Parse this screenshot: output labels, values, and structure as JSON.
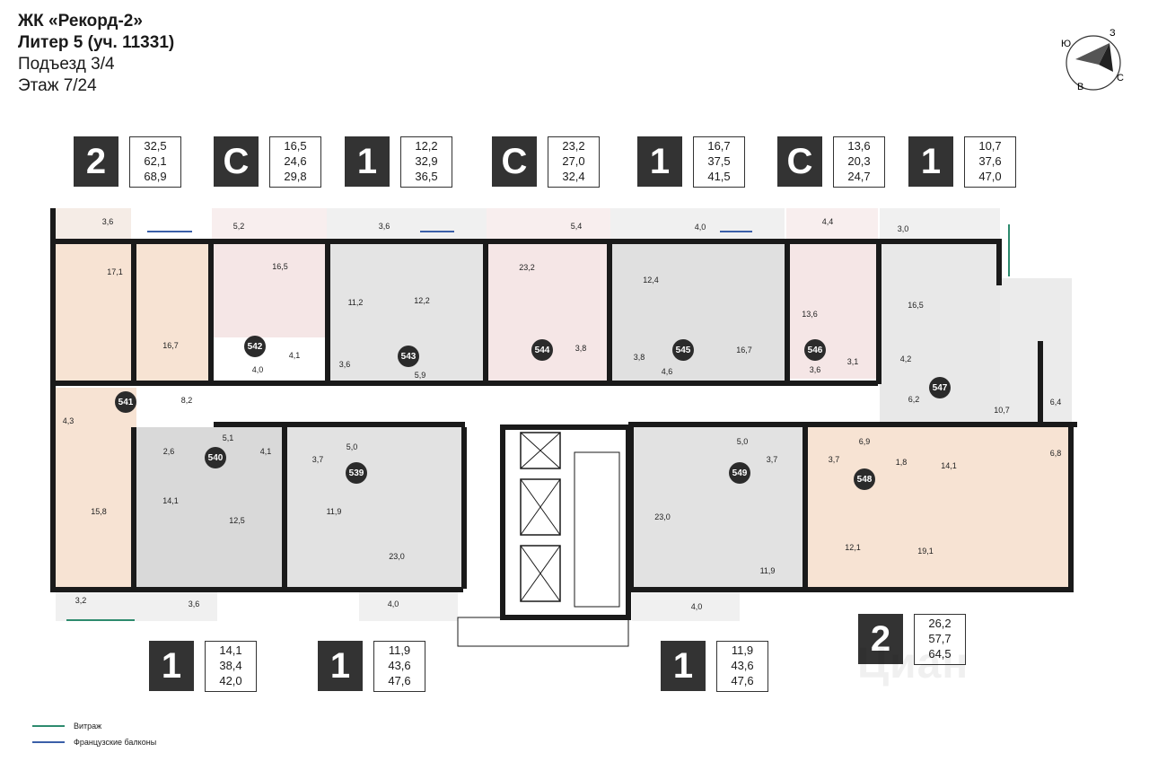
{
  "header": {
    "line1": "ЖК «Рекорд-2»",
    "line2": "Литер 5 (уч. 11331)",
    "line3": "Подъезд 3/4",
    "line4": "Этаж 7/24"
  },
  "compass": {
    "north": "З",
    "south": "В",
    "west": "Ю",
    "east": "С"
  },
  "top_tags": [
    {
      "rooms": "2",
      "a1": "32,5",
      "a2": "62,1",
      "a3": "68,9"
    },
    {
      "rooms": "С",
      "a1": "16,5",
      "a2": "24,6",
      "a3": "29,8"
    },
    {
      "rooms": "1",
      "a1": "12,2",
      "a2": "32,9",
      "a3": "36,5"
    },
    {
      "rooms": "С",
      "a1": "23,2",
      "a2": "27,0",
      "a3": "32,4"
    },
    {
      "rooms": "1",
      "a1": "16,7",
      "a2": "37,5",
      "a3": "41,5"
    },
    {
      "rooms": "С",
      "a1": "13,6",
      "a2": "20,3",
      "a3": "24,7"
    },
    {
      "rooms": "1",
      "a1": "10,7",
      "a2": "37,6",
      "a3": "47,0"
    }
  ],
  "bottom_tags": [
    {
      "rooms": "1",
      "a1": "14,1",
      "a2": "38,4",
      "a3": "42,0"
    },
    {
      "rooms": "1",
      "a1": "11,9",
      "a2": "43,6",
      "a3": "47,6"
    },
    {
      "rooms": "1",
      "a1": "11,9",
      "a2": "43,6",
      "a3": "47,6"
    },
    {
      "rooms": "2",
      "a1": "26,2",
      "a2": "57,7",
      "a3": "64,5"
    }
  ],
  "units": [
    "541",
    "542",
    "543",
    "544",
    "545",
    "546",
    "547",
    "540",
    "539",
    "549",
    "548"
  ],
  "room_areas": [
    "3,6",
    "5,2",
    "3,6",
    "5,4",
    "4,0",
    "4,4",
    "3,0",
    "17,1",
    "16,7",
    "16,5",
    "11,2",
    "12,2",
    "23,2",
    "12,4",
    "16,7",
    "13,6",
    "16,5",
    "4,0",
    "4,1",
    "3,6",
    "5,9",
    "3,8",
    "3,8",
    "4,6",
    "3,6",
    "3,1",
    "4,2",
    "6,2",
    "10,7",
    "6,4",
    "8,2",
    "4,3",
    "2,6",
    "5,1",
    "4,1",
    "3,7",
    "5,0",
    "5,0",
    "3,7",
    "3,7",
    "6,9",
    "1,8",
    "14,1",
    "6,8",
    "15,8",
    "14,1",
    "12,5",
    "11,9",
    "23,0",
    "23,0",
    "11,9",
    "12,1",
    "19,1",
    "3,2",
    "3,6",
    "4,0",
    "4,0"
  ],
  "legend": {
    "vitrazh": "Витраж",
    "balcony": "Французские балконы",
    "vitrazh_color": "#2e8b6e",
    "balcony_color": "#3a5fa8"
  },
  "watermark": "Циан",
  "colors": {
    "peach": "#f7e3d3",
    "pink": "#f5e6e6",
    "gray": "#d9d9d9",
    "light": "#eeeeee",
    "wall": "#1a1a1a"
  }
}
